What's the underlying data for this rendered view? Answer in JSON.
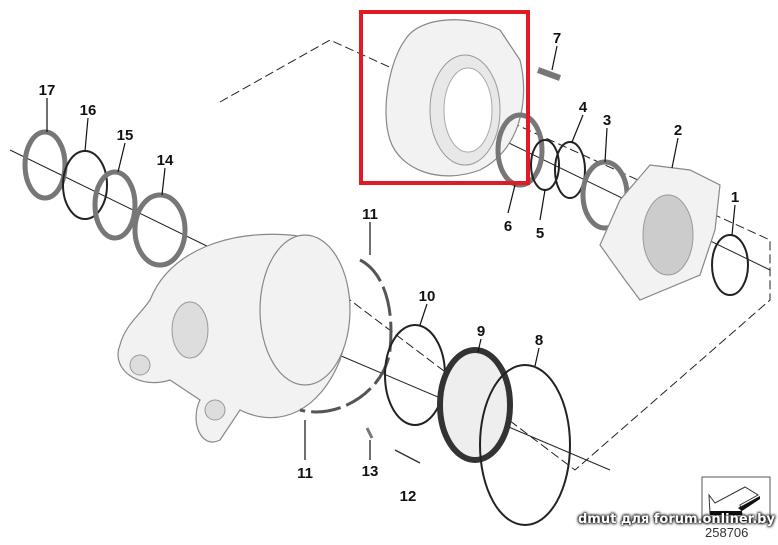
{
  "diagram": {
    "callouts": {
      "c1": "1",
      "c2": "2",
      "c3": "3",
      "c4": "4",
      "c5": "5",
      "c6": "6",
      "c7": "7",
      "c8": "8",
      "c9": "9",
      "c10": "10",
      "c11a": "11",
      "c11b": "11",
      "c12": "12",
      "c13": "13",
      "c14": "14",
      "c15": "15",
      "c16": "16",
      "c17": "17"
    },
    "drawing_number": "258706",
    "watermark": "dmut для forum.onliner.by",
    "highlight_color": "#e01b24"
  }
}
